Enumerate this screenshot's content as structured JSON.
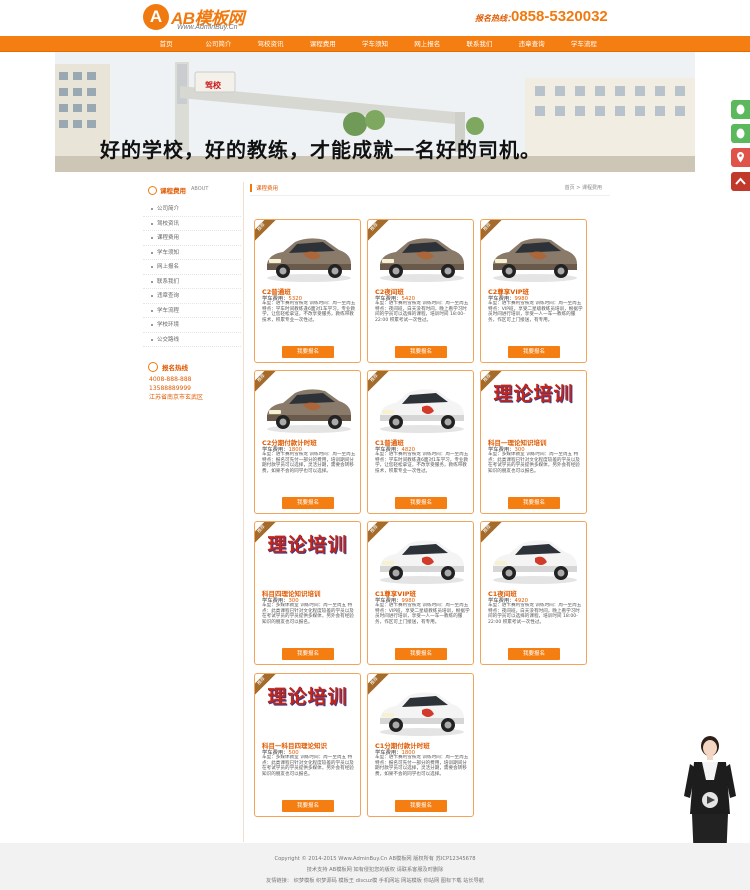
{
  "header": {
    "logo_badge": "A",
    "logo_text": "AB模板网",
    "logo_url": "Www.AdminBuy.Cn",
    "hotline_label": "报名热线：",
    "hotline_number": "0858-5320032"
  },
  "nav": [
    "首页",
    "公司简介",
    "驾校资讯",
    "课程费用",
    "学车须知",
    "网上报名",
    "联系我们",
    "违章查询",
    "学车流程"
  ],
  "banner": {
    "slogan": "好的学校，好的教练，才能成就一名好的司机。",
    "sign": "驾校"
  },
  "sidebar": {
    "title": "课程费用",
    "subtitle": "ABOUT",
    "items": [
      "公司简介",
      "驾校资讯",
      "课程费用",
      "学车须知",
      "网上报名",
      "联系我们",
      "违章查询",
      "学车流程",
      "学校环境",
      "公交路线"
    ],
    "contact_title": "报名热线",
    "phone1": "4008-888-888",
    "phone2": "13588889999",
    "address": "江苏省南京市玄武区"
  },
  "main": {
    "title": "课程费用",
    "breadcrumb": "首页 > 课程费用"
  },
  "cards": [
    {
      "title": "C2普通班",
      "fee_label": "学车费用：",
      "fee": "5320",
      "desc": "车型：进卡赛利雪铁龙 训练时间：周一至周五 特点：学车时间教练逢6面对1车学习，专业教学，让您轻松拿证，不改享受服务，教练带教技术，积累专业一次性过。",
      "image": "car-dark",
      "ribbon": "推荐",
      "apply": "我要报名"
    },
    {
      "title": "C2夜间班",
      "fee_label": "学车费用：",
      "fee": "5420",
      "desc": "车型：进卡赛利雪铁龙 训练时间：周一至周五 特点：夜间班，白天没有时间，晚上看学习时间的学员可以选择的课程，培训时间 18:00-22:00 积累考试一次性过。",
      "image": "car-dark",
      "ribbon": "推荐",
      "apply": "我要报名"
    },
    {
      "title": "C2尊享VIP班",
      "fee_label": "学车费用：",
      "fee": "9980",
      "desc": "车型：进卡赛利雪铁龙 训练时间：周一至周五 特点：VIP班，享受二星级教练员培训，根据学员时间进行培训，享受一人一车一教练的服务，作区可上门接送，有专用。",
      "image": "car-dark",
      "ribbon": "推荐",
      "apply": "我要报名"
    },
    {
      "title": "C2分期付款计时班",
      "fee_label": "学车费用：",
      "fee": "1800",
      "desc": "车型：进卡赛利雪铁龙 训练时间：周一至周五 特点：报名可先付一部分的费用，培训期间分期付款学员可以选择，灵活分期，需要会转移费，如果不会的同学也可以选择。",
      "image": "car-dark",
      "ribbon": "推荐",
      "apply": "我要报名"
    },
    {
      "title": "C1普通班",
      "fee_label": "学车费用：",
      "fee": "4820",
      "desc": "车型：进卡赛利雪铁龙 训练时间：周一至周五 特点：学车时间教练逢6面对1车学习，专业教学，让您轻松拿证，不改享受服务，教练带教技术，积累专业一次性过。",
      "image": "car-white",
      "ribbon": "推荐",
      "apply": "我要报名"
    },
    {
      "title": "科目一理论知识培训",
      "fee_label": "学车费用：",
      "fee": "300",
      "desc": "车型：多媒体教室 训练时间：周一至周五 特点：此类课程已针对文化程度较差的学员以及在考试学员的学员提供多媒体，另外会有经验知识的朋友也可以报名。",
      "image": "theory",
      "theory_text": "理论培训",
      "ribbon": "推荐",
      "apply": "我要报名"
    },
    {
      "title": "科目四理论知识培训",
      "fee_label": "学车费用：",
      "fee": "300",
      "desc": "车型：多媒体教室 训练时间：周一至周五 特点：此类课程已针对文化程度较差的学员以及在考试学员的学员提供多媒体，另外会有经验知识的朋友也可以报名。",
      "image": "theory",
      "theory_text": "理论培训",
      "ribbon": "推荐",
      "apply": "我要报名"
    },
    {
      "title": "C1尊享VIP班",
      "fee_label": "学车费用：",
      "fee": "9980",
      "desc": "车型：进卡赛利雪铁龙 训练时间：周一至周五 特点：VIP班，享受二星级教练员培训，根据学员时间进行培训，享受一人一车一教练的服务，作区可上门接送，有专用。",
      "image": "car-white",
      "ribbon": "推荐",
      "apply": "我要报名"
    },
    {
      "title": "C1夜间班",
      "fee_label": "学车费用：",
      "fee": "4920",
      "desc": "车型：进卡赛利雪铁龙 训练时间：周一至周五 特点：夜间班，白天没有时间，晚上看学习时间的学员可以选择的课程，培训时间 18:00-22:00 积累考试一次性过。",
      "image": "car-white",
      "ribbon": "推荐",
      "apply": "我要报名"
    },
    {
      "title": "科目一科目四理论知识",
      "fee_label": "学车费用：",
      "fee": "500",
      "desc": "车型：多媒体教室 训练时间：周一至周五 特点：此类课程已针对文化程度较差的学员以及在考试学员的学员提供多媒体，另外会有经验知识的朋友也可以报名。",
      "image": "theory",
      "theory_text": "理论培训",
      "ribbon": "推荐",
      "apply": "我要报名"
    },
    {
      "title": "C1分期付款计时班",
      "fee_label": "学车费用：",
      "fee": "1800",
      "desc": "车型：进卡赛利雪铁龙 训练时间：周一至周五 特点：报名可先付一部分的费用，培训期间分期付款学员可以选择，灵活分期，需要会转移费，如果不会的同学也可以选择。",
      "image": "car-white",
      "ribbon": "推荐",
      "apply": "我要报名"
    }
  ],
  "footer": {
    "line1": "Copyright © 2014-2015 Www.AdminBuy.Cn AB模板网 版权所有  苏ICP12345678",
    "line2": "技术支持 AB模板网  如有侵犯您的版权 请联系客服及时删除",
    "line3": "友情链接：  织梦模板  织梦源码  模板王  discuz模  手机网站  网站模板  你站网  图标下载  站长导航"
  },
  "colors": {
    "accent": "#f57e13",
    "accent_dark": "#e05a00"
  }
}
